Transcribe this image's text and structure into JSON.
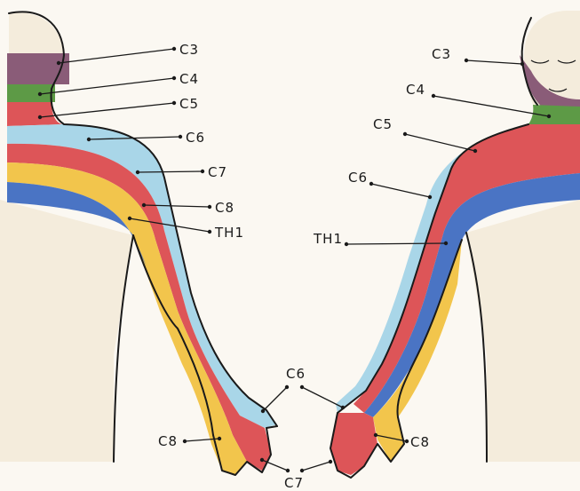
{
  "colors": {
    "C3": "#8a5c78",
    "C4": "#5d9a46",
    "C5": "#dd5558",
    "C6": "#a9d6e8",
    "C7": "#dd5558",
    "C8": "#f2c54c",
    "TH1": "#4a74c4",
    "skin": "#f4ecdc",
    "paper": "#fbf8f2"
  },
  "labels": {
    "left_c3": "C3",
    "left_c4": "C4",
    "left_c5": "C5",
    "left_c6": "C6",
    "left_c7": "C7",
    "left_c8": "C8",
    "left_th1": "TH1",
    "right_c3": "C3",
    "right_c4": "C4",
    "right_c5": "C5",
    "right_c6": "C6",
    "right_th1": "TH1",
    "hand_c6": "C6",
    "hand_c7": "C7",
    "hand_left_c8": "C8",
    "hand_right_c8": "C8"
  }
}
